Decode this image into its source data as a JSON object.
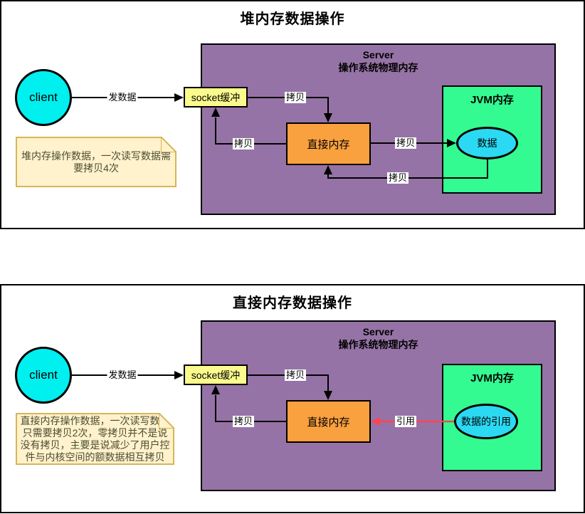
{
  "colors": {
    "panel_border": "#000000",
    "server_fill": "#9673A6",
    "jvm_fill": "#33FB91",
    "direct_memory_fill": "#F9A03F",
    "socket_fill": "#FBFB8D",
    "client_fill": "#00EFEF",
    "data_fill": "#2BD9F2",
    "note_fill": "#FFF2CC",
    "note_border": "#D6B656",
    "note_text": "#4D4D33",
    "reference_arrow": "#FA4453",
    "copy_arrow": "#000000"
  },
  "panels": [
    {
      "title": "堆内存数据操作",
      "client_label": "client",
      "send_data_label": "发数据",
      "socket_buffer_label": "socket缓冲",
      "server_title": "Server",
      "server_subtitle": "操作系统物理内存",
      "direct_memory_label": "直接内存",
      "jvm_title": "JVM内存",
      "data_label": "数据",
      "copy_label": "拷贝",
      "note_text": "堆内存操作数据，一次读写数据需要拷贝4次"
    },
    {
      "title": "直接内存数据操作",
      "client_label": "client",
      "send_data_label": "发数据",
      "socket_buffer_label": "socket缓冲",
      "server_title": "Server",
      "server_subtitle": "操作系统物理内存",
      "direct_memory_label": "直接内存",
      "jvm_title": "JVM内存",
      "data_label": "数据的引用",
      "reference_label": "引用",
      "copy_label": "拷贝",
      "note_text": "直接内存操作数据，一次读写数据只需要拷贝2次，零拷贝并不是说没有拷贝，主要是说减少了用户控件与内核空间的额数据相互拷贝"
    }
  ]
}
